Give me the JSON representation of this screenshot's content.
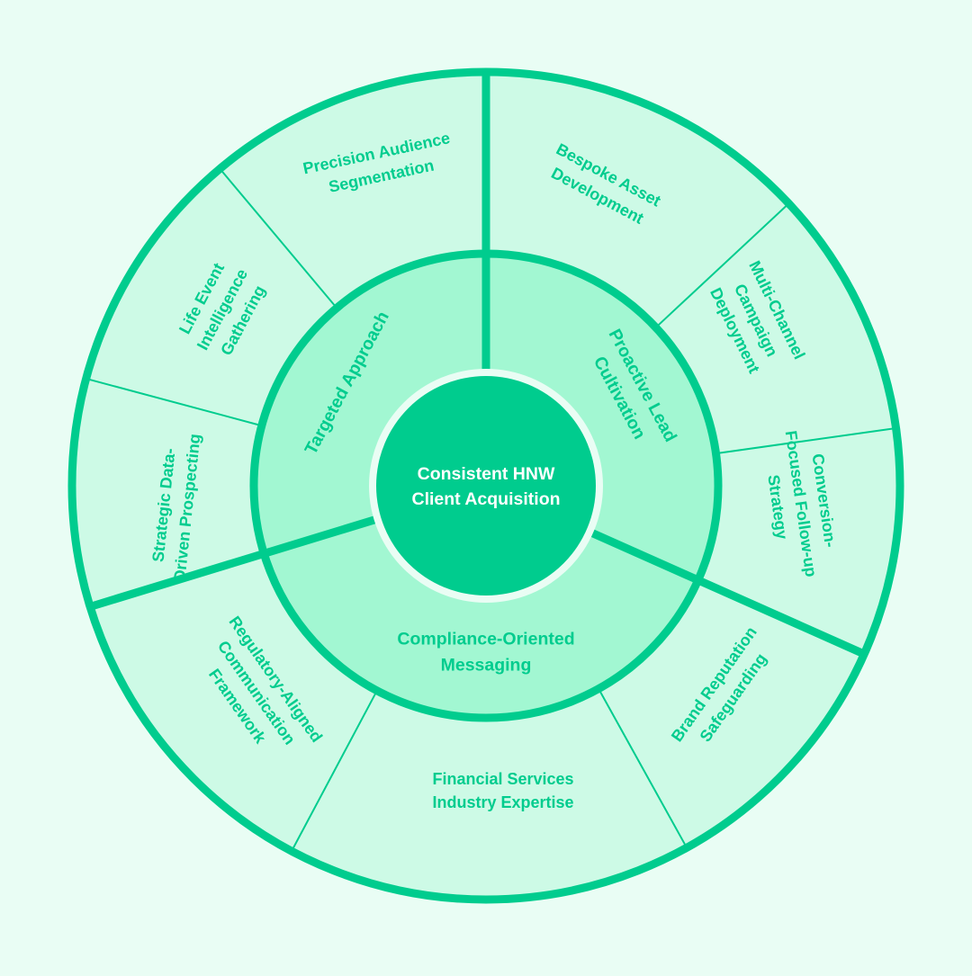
{
  "colors": {
    "background": "#e9fdf4",
    "outer_ring_fill": "#cdfae6",
    "middle_ring_fill": "#a2f7d2",
    "center_fill": "#00cc8e",
    "stroke": "#00cc8e",
    "ring_text": "#00cc8e",
    "center_text": "#ffffff"
  },
  "center": {
    "lines": [
      "Consistent HNW",
      "Client Acquisition"
    ]
  },
  "middle_segments": [
    {
      "id": "targeted",
      "lines": [
        "Targeted Approach"
      ]
    },
    {
      "id": "proactive",
      "lines": [
        "Proactive Lead",
        "Cultivation"
      ]
    },
    {
      "id": "compliance",
      "lines": [
        "Compliance-Oriented",
        "Messaging"
      ]
    }
  ],
  "outer_segments": [
    {
      "id": "precision",
      "group": "targeted",
      "lines": [
        "Precision Audience",
        "Segmentation"
      ]
    },
    {
      "id": "bespoke",
      "group": "proactive",
      "lines": [
        "Bespoke Asset",
        "Development"
      ]
    },
    {
      "id": "multichannel",
      "group": "proactive",
      "lines": [
        "Multi-Channel",
        "Campaign",
        "Deployment"
      ]
    },
    {
      "id": "conversion",
      "group": "proactive",
      "lines": [
        "Conversion-",
        "Focused Follow-up",
        "Strategy"
      ]
    },
    {
      "id": "brand",
      "group": "compliance",
      "lines": [
        "Brand Reputation",
        "Safeguarding"
      ]
    },
    {
      "id": "financial",
      "group": "compliance",
      "lines": [
        "Financial Services",
        "Industry Expertise"
      ]
    },
    {
      "id": "regulatory",
      "group": "compliance",
      "lines": [
        "Regulatory-Aligned",
        "Communication",
        "Framework"
      ]
    },
    {
      "id": "strategic",
      "group": "targeted",
      "lines": [
        "Strategic Data-",
        "Driven Prospecting"
      ]
    },
    {
      "id": "lifeevent",
      "group": "targeted",
      "lines": [
        "Life Event",
        "Intelligence",
        "Gathering"
      ]
    }
  ]
}
